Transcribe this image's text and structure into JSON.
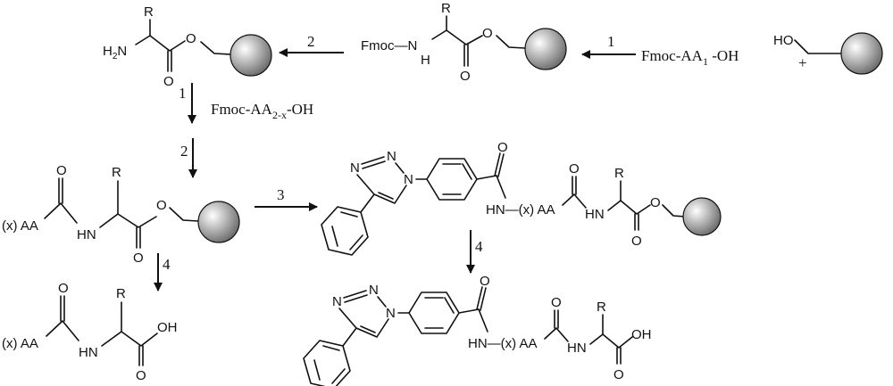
{
  "atoms": {
    "R": "R",
    "H2N_H": "H",
    "H2N_2": "2",
    "H2N_N": "N",
    "O": "O",
    "H": "H",
    "HN": "HN",
    "OH": "OH",
    "N": "N",
    "AA": "(x) AA",
    "HN_AA": "HN—(x) AA",
    "Fmoc_N": "Fmoc—N",
    "HO": "HO"
  },
  "reagents": {
    "fmoc_aa1_main": "Fmoc-AA",
    "fmoc_aa1_sub": "1",
    "fmoc_aa1_end": " -OH",
    "plus": "+",
    "fmoc_aa2x_main": "Fmoc-AA",
    "fmoc_aa2x_sub": "2-x",
    "fmoc_aa2x_end": "-OH"
  },
  "steps": {
    "s1_top": "1",
    "s2_top": "2",
    "s1_down": "1",
    "s2_down": "2",
    "s3": "3",
    "s4_left": "4",
    "s4_right": "4"
  },
  "colors": {
    "bead_light": "#ffffff",
    "bead_dark": "#6a6a6a",
    "line": "#111111"
  }
}
